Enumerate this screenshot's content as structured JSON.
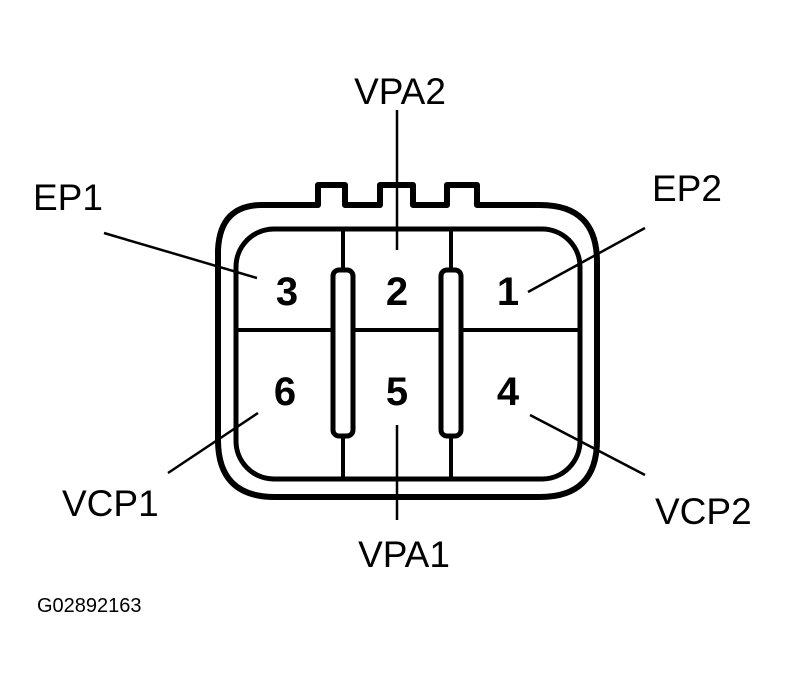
{
  "diagram": {
    "labels": {
      "vpa2": "VPA2",
      "ep1": "EP1",
      "ep2": "EP2",
      "vcp1": "VCP1",
      "vpa1": "VPA1",
      "vcp2": "VCP2"
    },
    "pins": {
      "p1": "1",
      "p2": "2",
      "p3": "3",
      "p4": "4",
      "p5": "5",
      "p6": "6"
    },
    "figure_code": "G02892163",
    "colors": {
      "ink": "#000000",
      "background": "#ffffff"
    }
  }
}
